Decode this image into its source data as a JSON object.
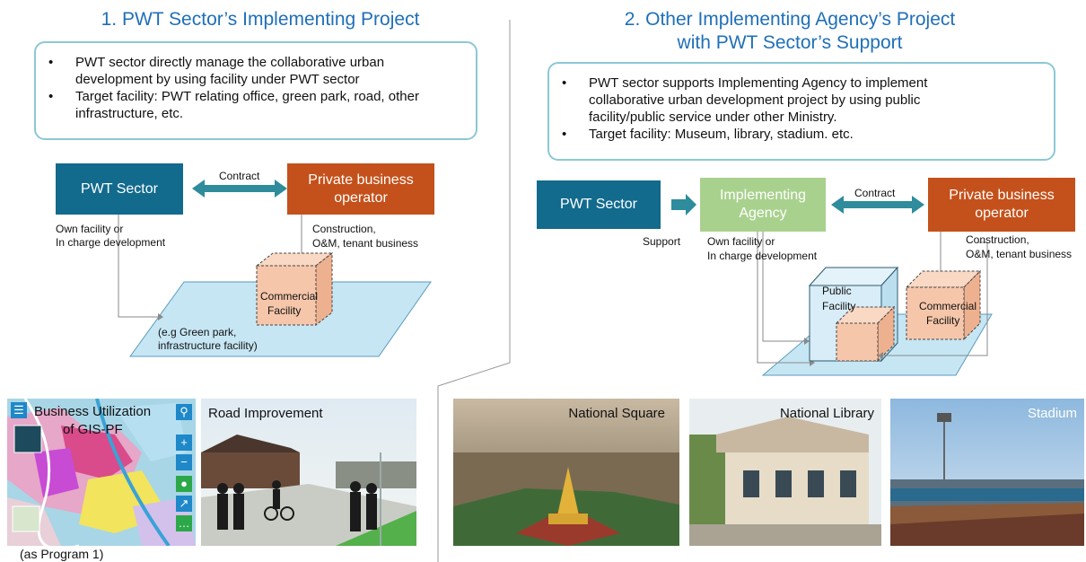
{
  "left": {
    "title": "1. PWT Sector’s Implementing Project",
    "bullets": [
      "PWT sector directly manage the collaborative urban development by using facility under PWT sector",
      "Target facility: PWT relating office, green park, road, other infrastructure, etc."
    ],
    "pwt_box": "PWT Sector",
    "operator_box": "Private business operator",
    "contract": "Contract",
    "own_facility": [
      "Own facility or",
      "In charge development"
    ],
    "construction": [
      "Construction,",
      "O&M, tenant business"
    ],
    "commercial": [
      "Commercial",
      "Facility"
    ],
    "plane_label": [
      "(e.g Green park,",
      "infrastructure facility)"
    ],
    "photo1_caption": [
      "Business Utilization",
      "of GIS-PF"
    ],
    "photo1_sub": "(as Program 1)",
    "photo2_caption": "Road Improvement"
  },
  "right": {
    "title": [
      "2. Other Implementing Agency’s Project",
      "with PWT Sector’s Support"
    ],
    "bullets": [
      "PWT sector supports Implementing Agency to implement collaborative urban development project by using public facility/public service under other Ministry.",
      "Target facility: Museum, library, stadium. etc."
    ],
    "pwt_box": "PWT Sector",
    "agency_box": "Implementing Agency",
    "operator_box": "Private business operator",
    "contract": "Contract",
    "support": "Support",
    "own_facility": [
      "Own facility or",
      "In charge development"
    ],
    "construction": [
      "Construction,",
      "O&M, tenant business"
    ],
    "public": [
      "Public",
      "Facility"
    ],
    "commercial": [
      "Commercial",
      "Facility"
    ],
    "photo1_caption": "National Square",
    "photo2_caption": "National Library",
    "photo3_caption": "Stadium"
  },
  "colors": {
    "title": "#1f6fb8",
    "pwt_box": "#126a8d",
    "operator_box": "#c4511b",
    "agency_box": "#a9d18e",
    "arrow": "#2e8c9c",
    "plane": "#c6e6f4",
    "commercial": "#f6c6aa",
    "callout_border": "#8cc8d4"
  }
}
